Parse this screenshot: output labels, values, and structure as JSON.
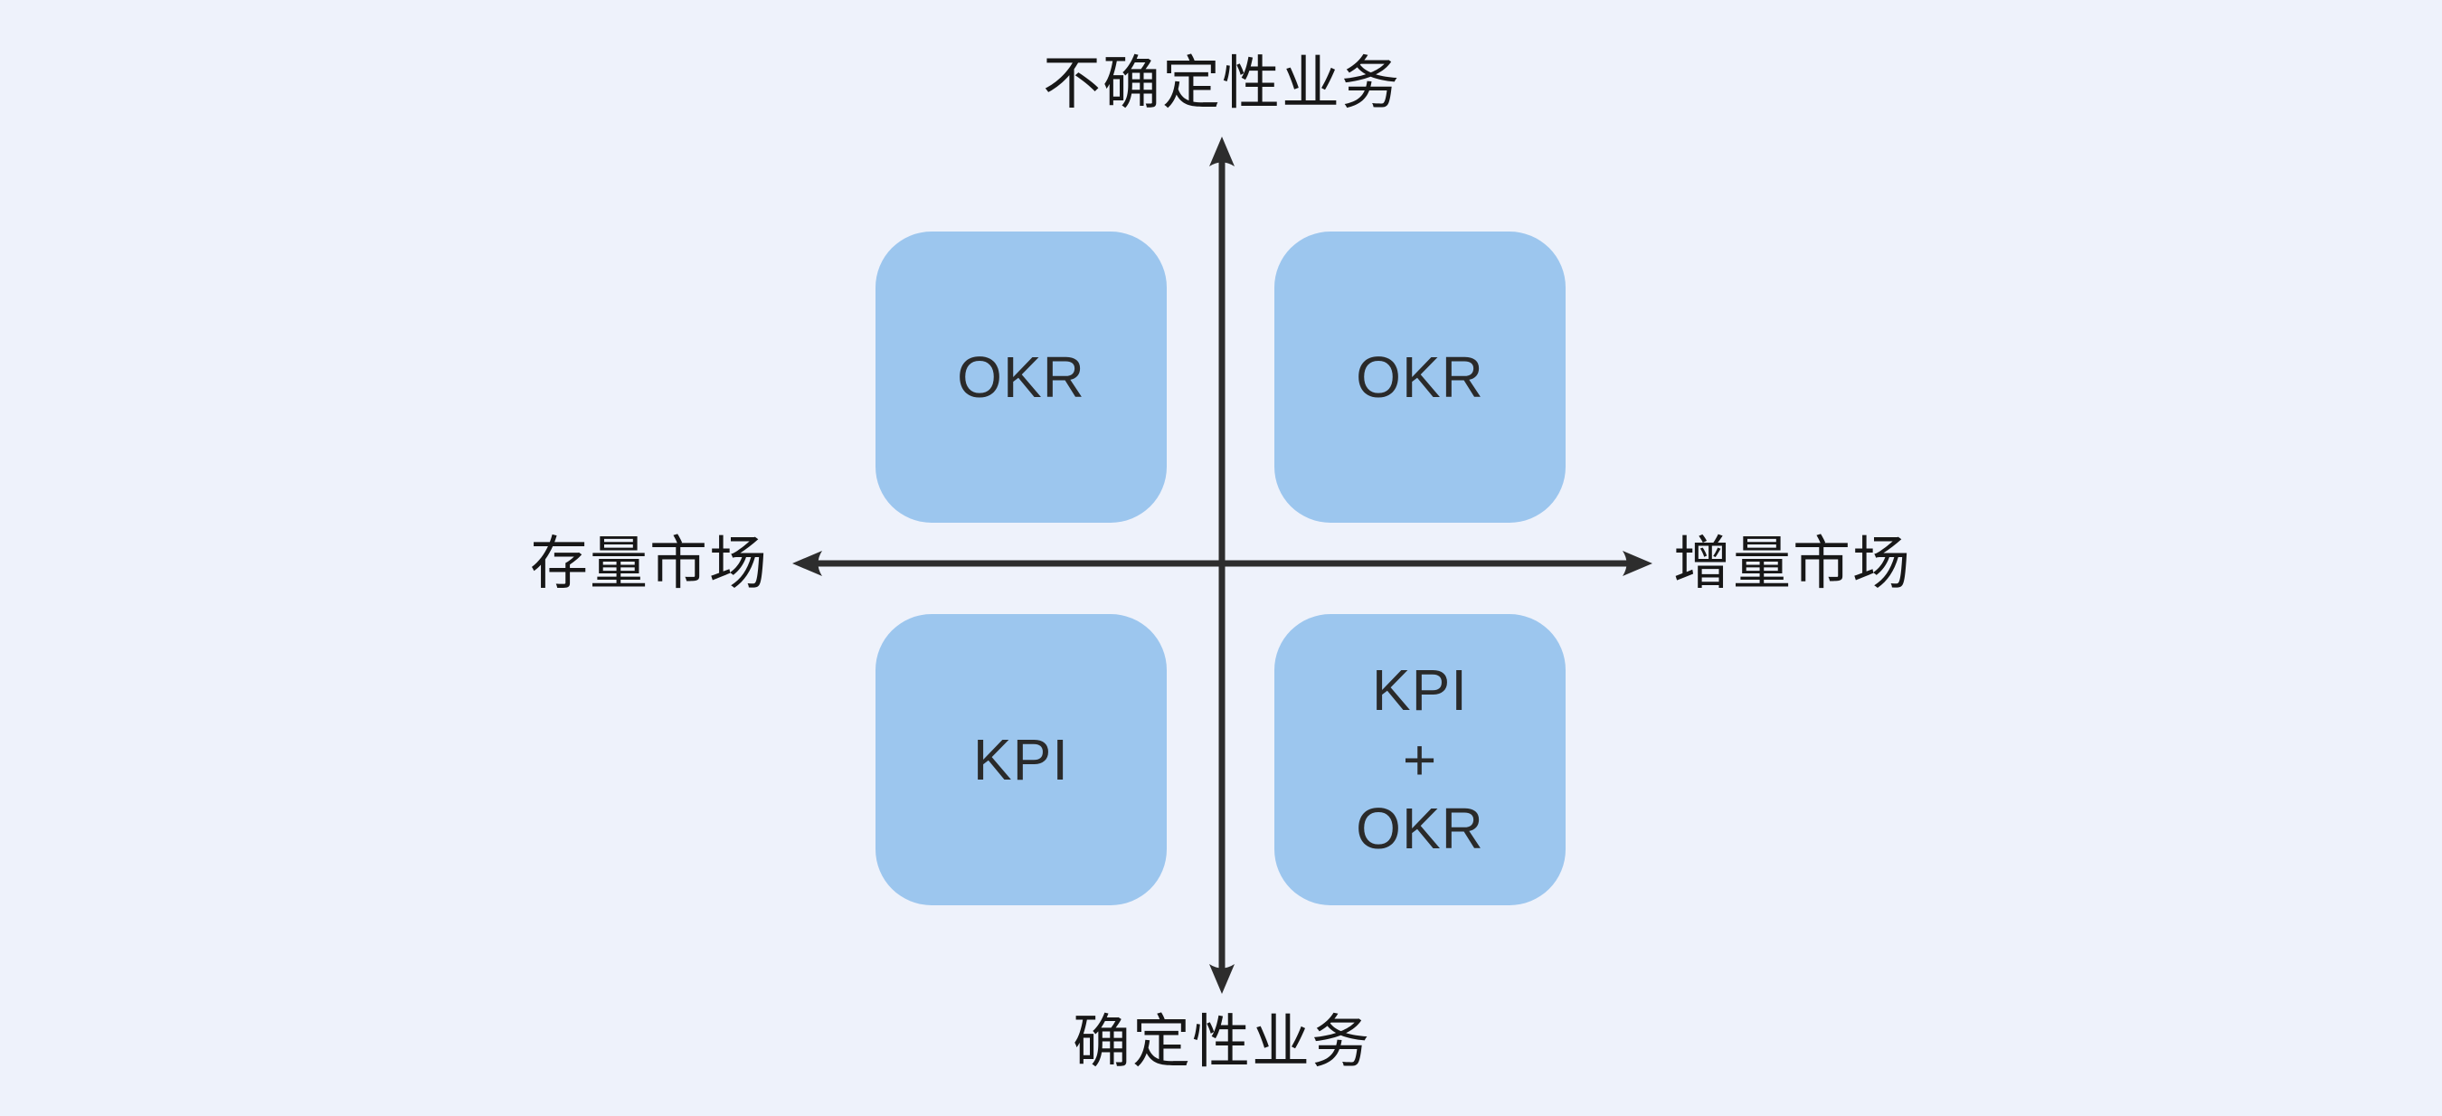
{
  "diagram": {
    "background_color": "#EEF2FB",
    "box_fill_color": "#9CC6EE",
    "line_color": "#2D2D2D",
    "box_text_color": "#2A2A2A",
    "label_text_color": "#171717",
    "axis_labels": {
      "top": "不确定性业务",
      "bottom": "确定性业务",
      "left": "存量市场",
      "right": "增量市场"
    },
    "quadrants": {
      "top_left": "OKR",
      "top_right": "OKR",
      "bottom_left": "KPI",
      "bottom_right": "KPI\n+\nOKR"
    }
  }
}
